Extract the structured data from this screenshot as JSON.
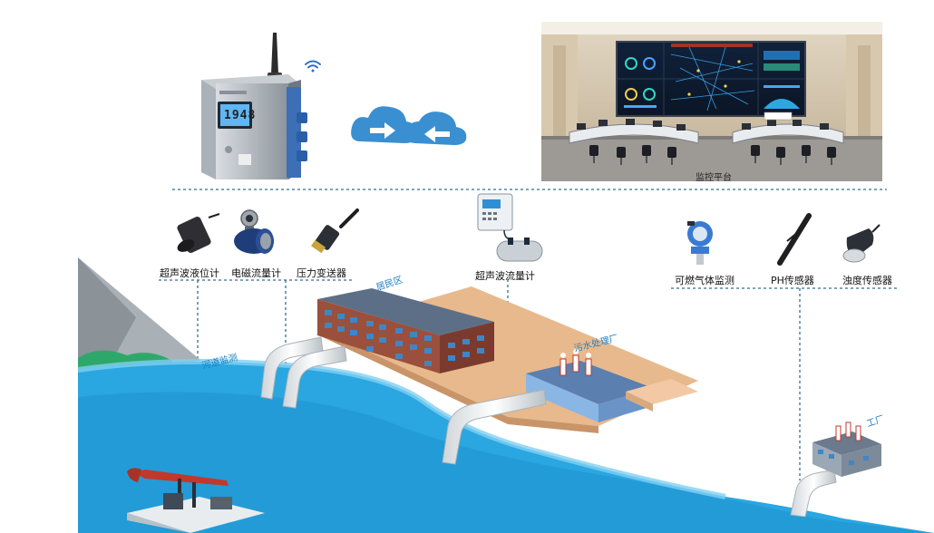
{
  "monitoring_platform": {
    "caption": "监控平台",
    "screen_id": ""
  },
  "gateway": {
    "display_value": "1948"
  },
  "sensors": {
    "ultrasonic_level_meter": "超声波液位计",
    "electromagnetic_flowmeter": "电磁流量计",
    "pressure_transmitter": "压力变送器",
    "ultrasonic_flowmeter": "超声波流量计",
    "combustible_gas_monitor": "可燃气体监测",
    "ph_sensor": "PH传感器",
    "turbidity_sensor": "浊度传感器"
  },
  "areas": {
    "residential": "居民区",
    "sewage_plant": "污水处理厂",
    "river_monitoring": "河道监测",
    "factory": "工厂"
  },
  "colors": {
    "river": "#2aa6e0",
    "river_light": "#7fd0f2",
    "cloud": "#3a8fd1",
    "dashed_line": "#2f6f8f",
    "area_label": "#1a7fc4",
    "ground": "#e8b98c"
  },
  "icons": [
    "wifi-icon",
    "cloud-upload-icon",
    "cloud-download-icon"
  ]
}
